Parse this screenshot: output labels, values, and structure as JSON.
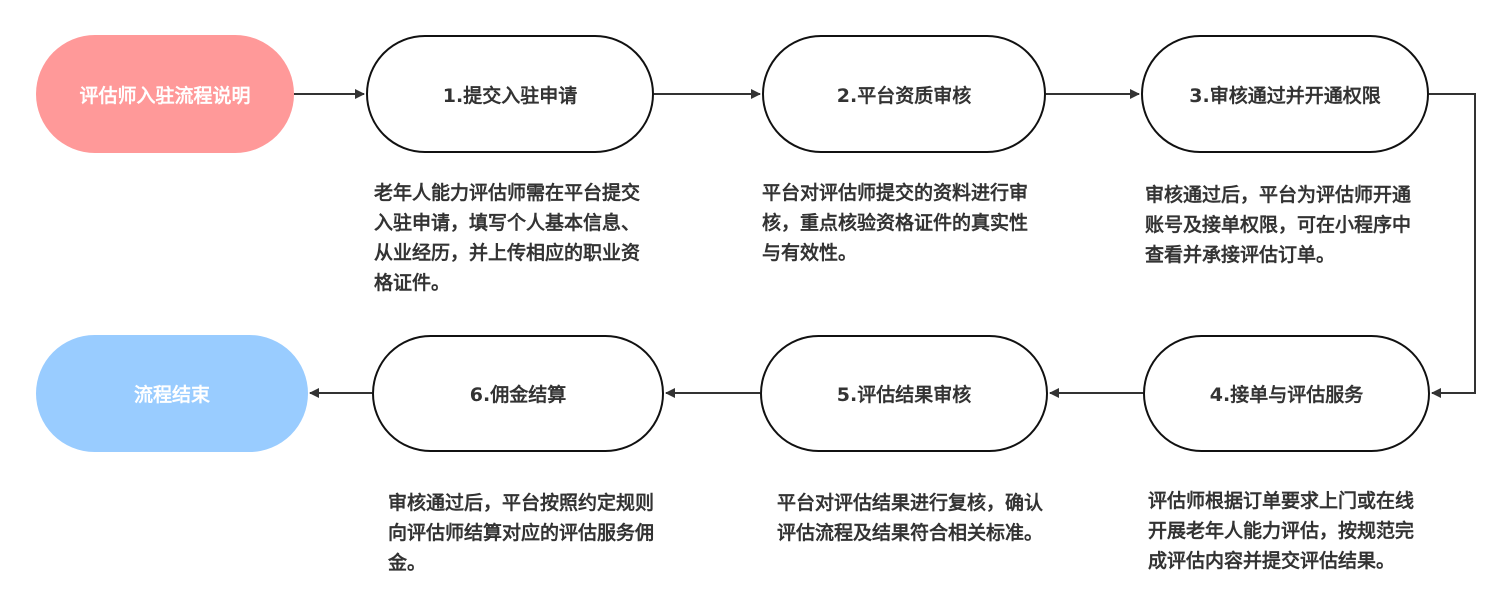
{
  "start": {
    "label": "评估师入驻流程说明",
    "color": "#FF9999"
  },
  "end": {
    "label": "流程结束",
    "color": "#99CCFF"
  },
  "steps": [
    {
      "label": "1.提交入驻申请",
      "desc": "老年人能力评估师需在平台提交\n入驻申请，填写个人基本信息、\n从业经历，并上传相应的职业资\n格证件。"
    },
    {
      "label": "2.平台资质审核",
      "desc": "平台对评估师提交的资料进行审\n核，重点核验资格证件的真实性\n与有效性。"
    },
    {
      "label": "3.审核通过并开通权限",
      "desc": "审核通过后，平台为评估师开通\n账号及接单权限，可在小程序中\n查看并承接评估订单。"
    },
    {
      "label": "4.接单与评估服务",
      "desc": "评估师根据订单要求上门或在线\n开展老年人能力评估，按规范完\n成评估内容并提交评估结果。"
    },
    {
      "label": "5.评估结果审核",
      "desc": "平台对评估结果进行复核，确认\n评估流程及结果符合相关标准。"
    },
    {
      "label": "6.佣金结算",
      "desc": "审核通过后，平台按照约定规则\n向评估师结算对应的评估服务佣\n金。"
    }
  ]
}
